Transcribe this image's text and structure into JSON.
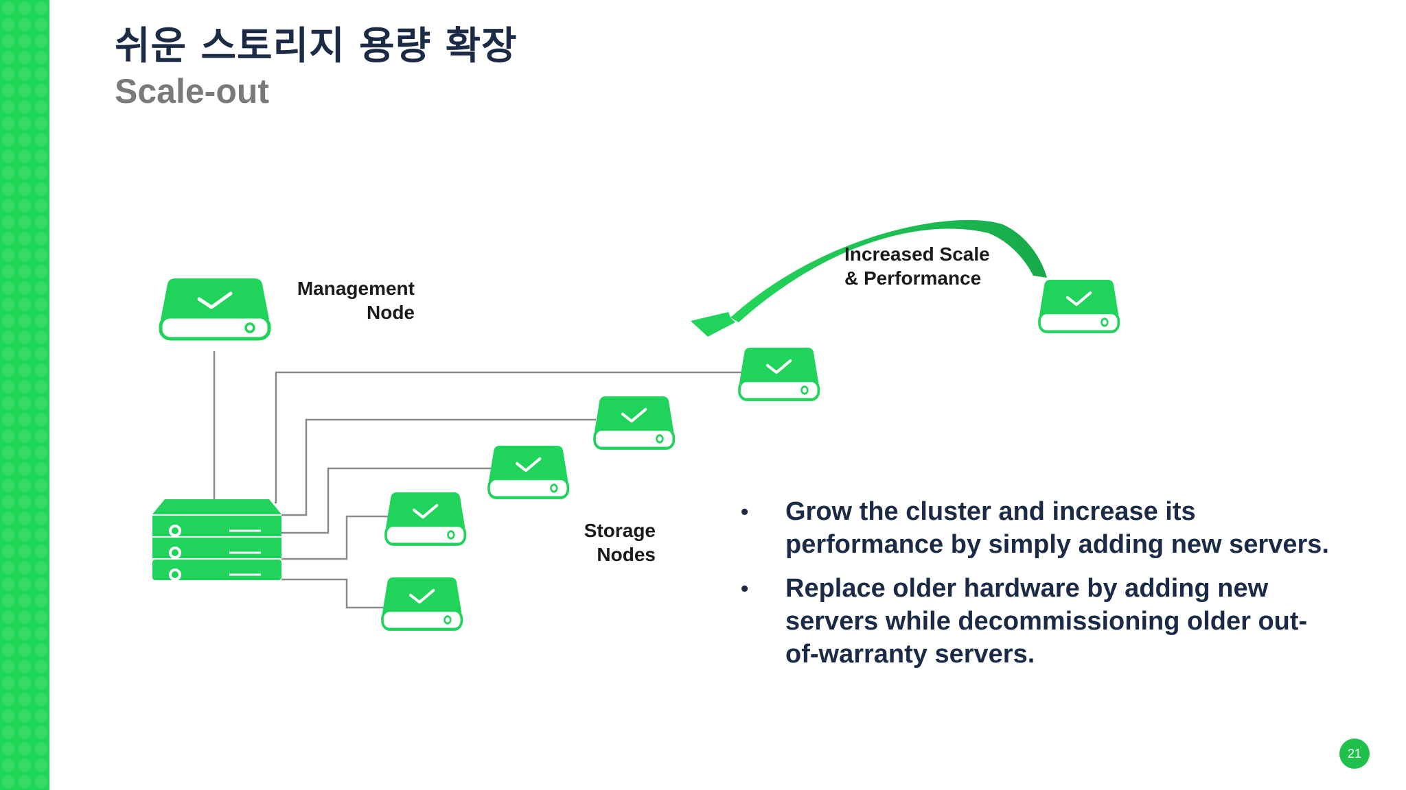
{
  "slide": {
    "title": "쉬운 스토리지 용량 확장",
    "subtitle": "Scale-out",
    "page_number": "21"
  },
  "diagram": {
    "management_label_lines": [
      "Management",
      "Node"
    ],
    "storage_label_lines": [
      "Storage",
      "Nodes"
    ],
    "scale_label_lines": [
      "Increased Scale",
      "& Performance"
    ],
    "icons": {
      "drive": "server-drive-check-icon",
      "switch": "rack-server-icon",
      "arrow": "curved-arrow-icon"
    }
  },
  "bullets": [
    {
      "lines": [
        "Grow the cluster and increase its",
        "performance by simply adding new servers."
      ]
    },
    {
      "lines": [
        "Replace older hardware by adding new",
        "servers while decommissioning older out-",
        "of-warranty servers."
      ]
    }
  ],
  "colors": {
    "brand_green": "#1fd655",
    "drive_green": "#20d35a",
    "dark_navy": "#1c2b45",
    "subtitle_gray": "#7a7a7a",
    "connector_gray": "#8a8a8a"
  }
}
